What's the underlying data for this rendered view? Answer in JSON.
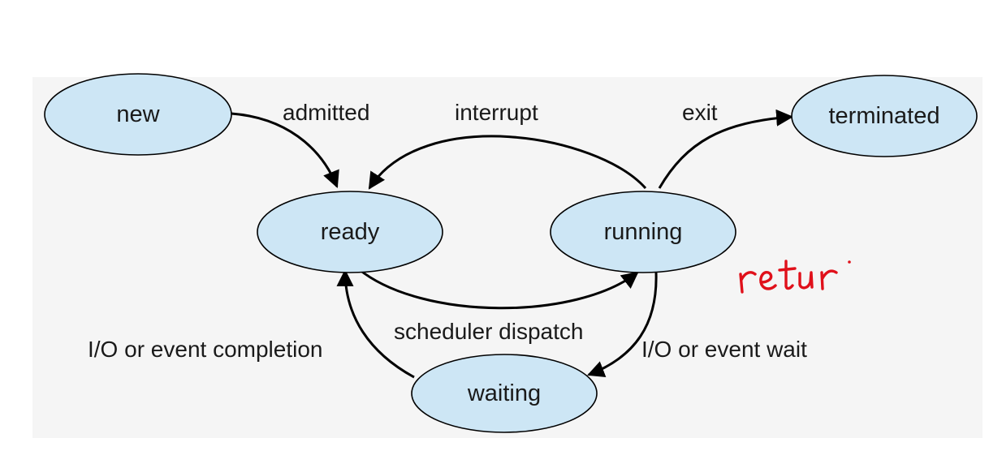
{
  "colors": {
    "node_fill": "#cde6f5",
    "node_stroke": "#000000",
    "edge": "#000000",
    "text": "#1a1a1a",
    "annotation_ink": "#e0101a"
  },
  "nodes": {
    "new": "new",
    "ready": "ready",
    "running": "running",
    "waiting": "waiting",
    "terminated": "terminated"
  },
  "edges": {
    "admitted": "admitted",
    "interrupt": "interrupt",
    "exit": "exit",
    "scheduler_dispatch": "scheduler dispatch",
    "io_event_completion": "I/O or event completion",
    "io_event_wait": "I/O or event wait"
  },
  "annotation": {
    "handwritten": "retur"
  }
}
